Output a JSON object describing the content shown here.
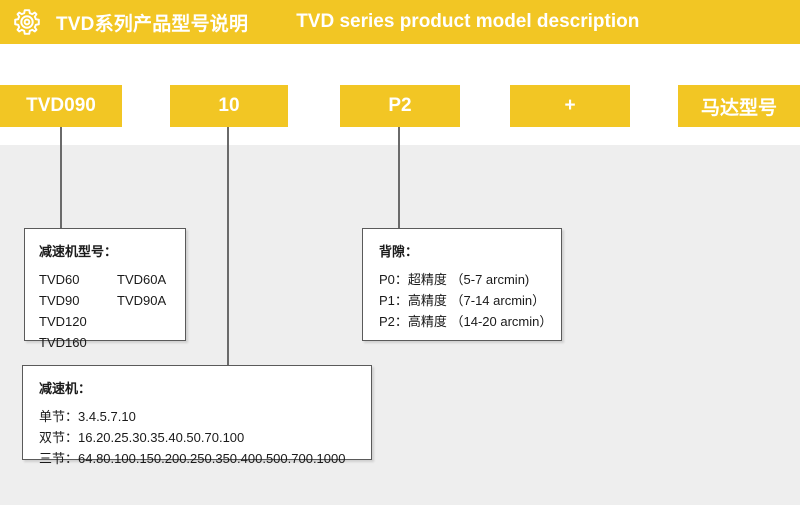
{
  "header": {
    "icon": "gear-icon",
    "title_cn": "TVD系列产品型号说明",
    "title_en": "TVD series product model description",
    "background_color": "#F2C624",
    "text_color": "#FFFFFF"
  },
  "model_code_boxes": [
    {
      "label": "TVD090"
    },
    {
      "label": "10"
    },
    {
      "label": "P2"
    },
    {
      "label": "+"
    },
    {
      "label": "马达型号"
    }
  ],
  "panels": {
    "models": {
      "title": "减速机型号：",
      "cells": [
        "TVD60",
        "TVD60A",
        "TVD90",
        "TVD90A",
        "TVD120",
        "",
        "TVD160",
        ""
      ]
    },
    "backlash": {
      "title": "背隙：",
      "lines": [
        "P0：超精度 （5-7 arcmin)",
        "P1：高精度 （7-14 arcmin）",
        "P2：高精度 （14-20 arcmin）"
      ]
    },
    "ratios": {
      "title": "减速机：",
      "lines": [
        "单节：3.4.5.7.10",
        "双节：16.20.25.30.35.40.50.70.100",
        "三节：64.80.100.150.200.250.350.400.500.700.1000"
      ]
    }
  },
  "colors": {
    "accent_yellow": "#F2C624",
    "panel_background": "#EEEEEE",
    "line_color": "#6A6A6A",
    "text_dark": "#1A1A1A"
  }
}
